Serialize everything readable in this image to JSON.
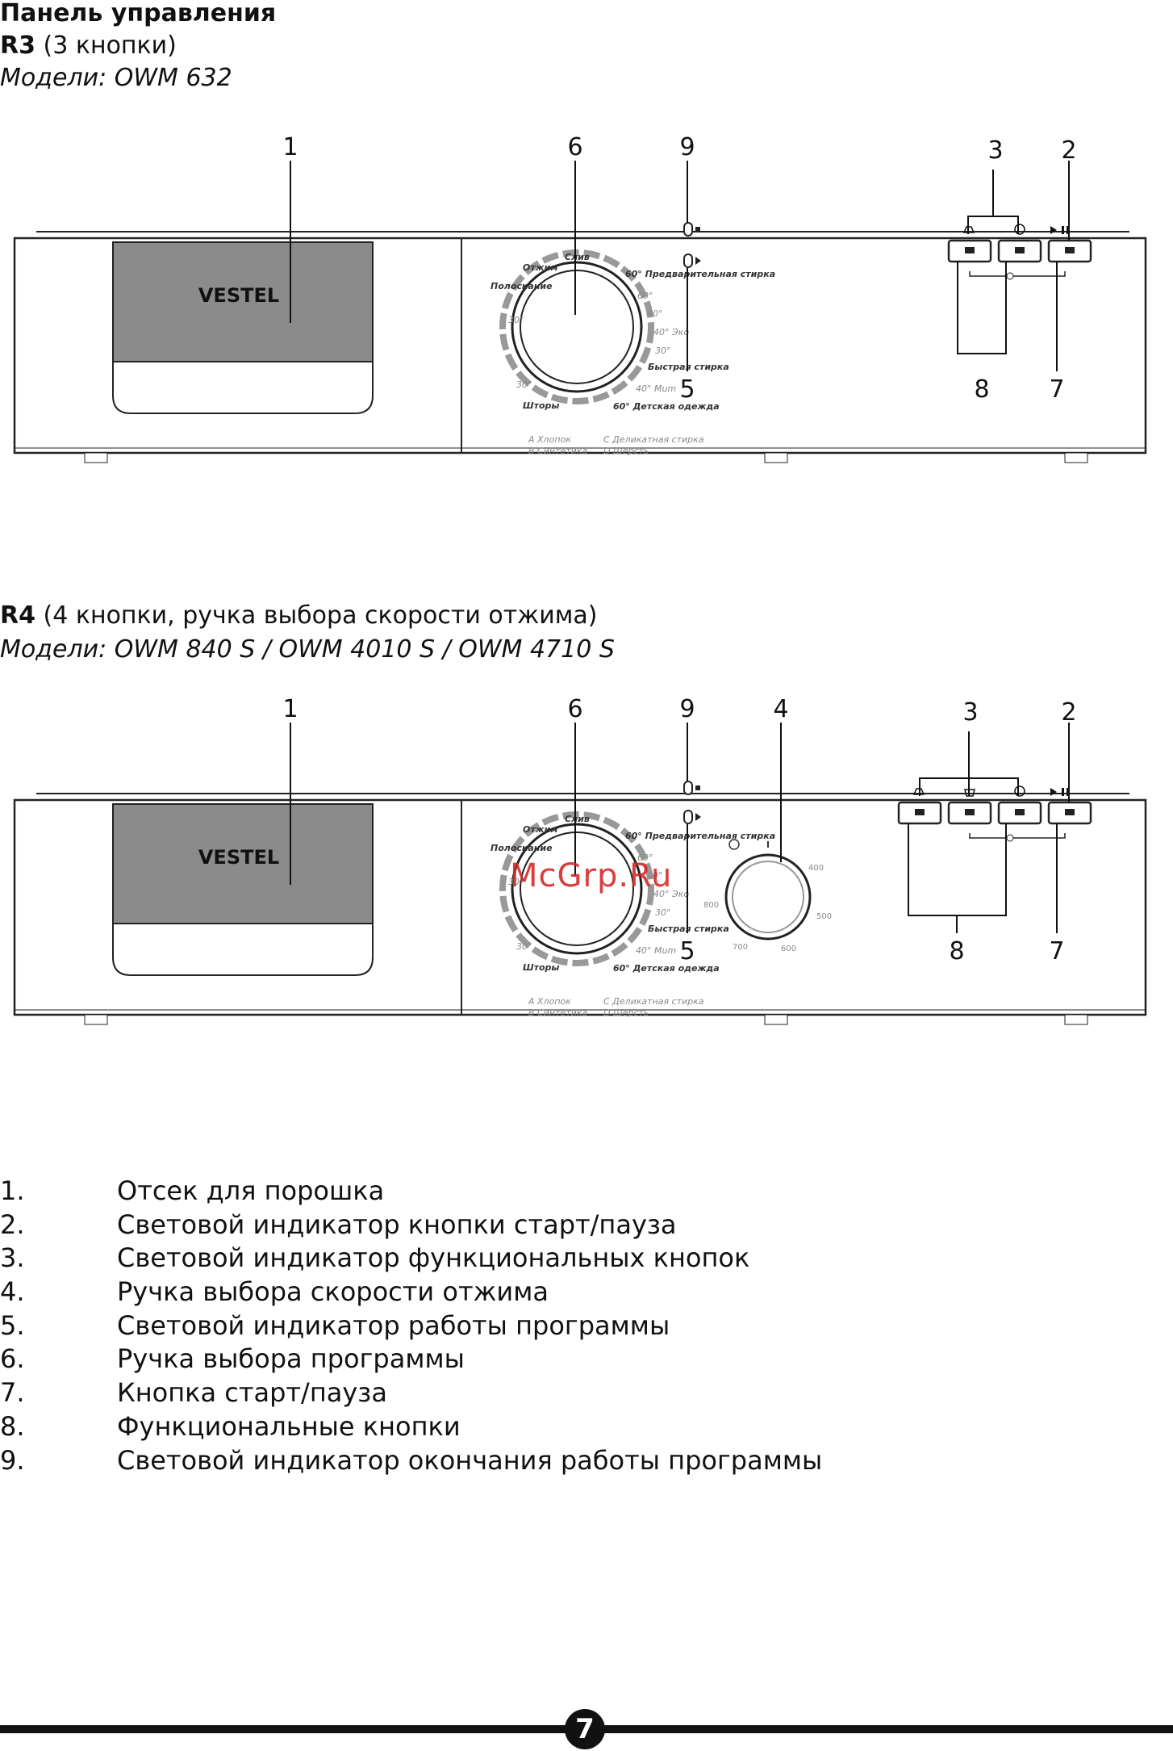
{
  "header": {
    "title": "Панель управления",
    "r3_code": "R3",
    "r3_desc": " (3 кнопки)",
    "r3_models": "Модели: OWM 632",
    "r4_code": "R4",
    "r4_desc": " (4 кнопки, ручка выбора скорости отжима)",
    "r4_models": "Модели: OWM 840 S / OWM 4010 S / OWM 4710 S"
  },
  "panel": {
    "brand": "VESTEL",
    "programs_left": [
      "Слив",
      "Отжим",
      "Полоскание",
      "30°",
      "30°",
      "Шторы"
    ],
    "programs_right": [
      "60° Предварительная стирка",
      "60°",
      "40°",
      "40° Эко",
      "30°",
      "Быстрая стирка",
      "40° Mum",
      "60° Детская одежда"
    ],
    "fabric_keys": [
      "A Хлопок",
      "B Синтетика",
      "C Деликатная стирка",
      "D Шерсть"
    ],
    "spin_values": [
      "400",
      "500",
      "600",
      "700",
      "800"
    ]
  },
  "callouts_r3": [
    "1",
    "6",
    "9",
    "3",
    "2",
    "5",
    "8",
    "7"
  ],
  "callouts_r4": [
    "1",
    "6",
    "9",
    "4",
    "3",
    "2",
    "5",
    "8",
    "7"
  ],
  "legend": [
    {
      "num": "1.",
      "text": "Отсек для порошка"
    },
    {
      "num": "2.",
      "text": "Световой индикатор кнопки старт/пауза"
    },
    {
      "num": "3.",
      "text": "Световой индикатор функциональных кнопок"
    },
    {
      "num": "4.",
      "text": "Ручка выбора скорости отжима"
    },
    {
      "num": "5.",
      "text": "Световой индикатор работы программы"
    },
    {
      "num": "6.",
      "text": "Ручка выбора программы"
    },
    {
      "num": "7.",
      "text": "Кнопка старт/пауза"
    },
    {
      "num": "8.",
      "text": "Функциональные кнопки"
    },
    {
      "num": "9.",
      "text": "Световой индикатор окончания работы программы"
    }
  ],
  "watermark": "McGrp.Ru",
  "page_number": "7"
}
